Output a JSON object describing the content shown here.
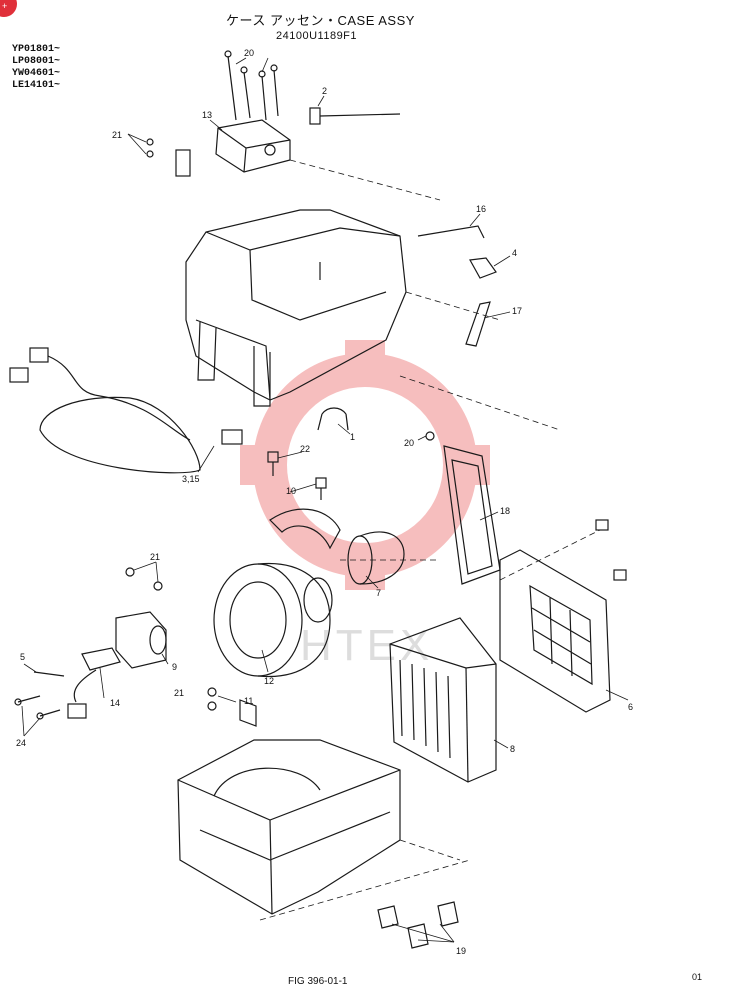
{
  "header": {
    "title": "ケース アッセン・CASE ASSY",
    "part_number": "24100U1189F1"
  },
  "serials": [
    "YP01801~",
    "LP08001~",
    "YW04601~",
    "LE14101~"
  ],
  "callouts": {
    "c2": "2",
    "c4": "4",
    "c1": "1",
    "c5": "5",
    "c6": "6",
    "c7": "7",
    "c8": "8",
    "c9": "9",
    "c10": "10",
    "c11": "11",
    "c12": "12",
    "c13": "13",
    "c14": "14",
    "c16": "16",
    "c17": "17",
    "c18": "18",
    "c19": "19",
    "c20a": "20",
    "c20b": "20",
    "c21a": "21",
    "c21b": "21",
    "c21c": "21",
    "c22": "22",
    "c24": "24",
    "c315": "3,15"
  },
  "watermark": "HTEX",
  "footer": {
    "figure": "FIG 396-01-1",
    "page": "01"
  },
  "colors": {
    "ink": "#1a1a1a",
    "watermark": "#f08a8a",
    "badge": "#e0303a"
  }
}
